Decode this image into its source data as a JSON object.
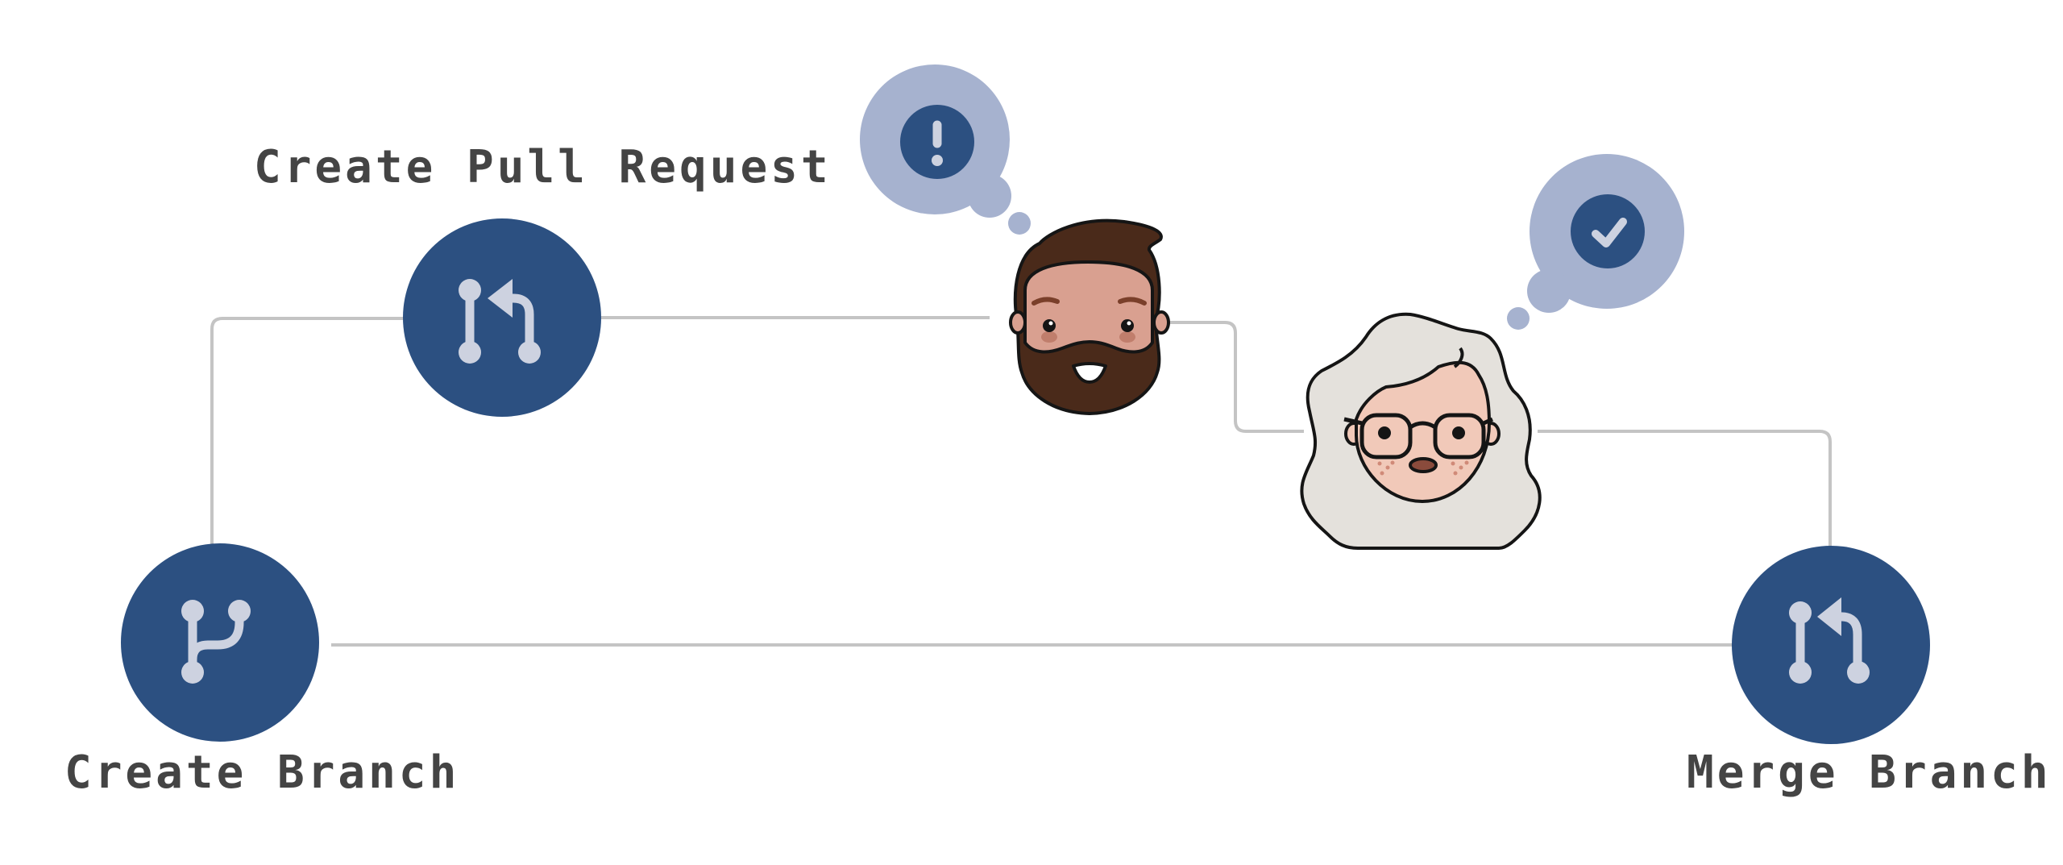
{
  "steps": {
    "create_branch": {
      "label": "Create Branch"
    },
    "create_pull_request": {
      "label": "Create Pull Request"
    },
    "merge_branch": {
      "label": "Merge Branch"
    }
  },
  "reviewers": [
    {
      "name": "bearded-reviewer",
      "thought": "alert"
    },
    {
      "name": "glasses-reviewer",
      "thought": "approved"
    }
  ],
  "colors": {
    "node": "#2c5081",
    "icon": "#cdd2e0",
    "connector": "#c4c4c4",
    "bubble": "#a6b2cf",
    "text": "#444444",
    "outline": "#151515",
    "beard_hair": "#4a2a1a",
    "skin_dark": "#d9a090",
    "hair_light": "#e4e1dc",
    "skin_light": "#f1c9b9"
  }
}
